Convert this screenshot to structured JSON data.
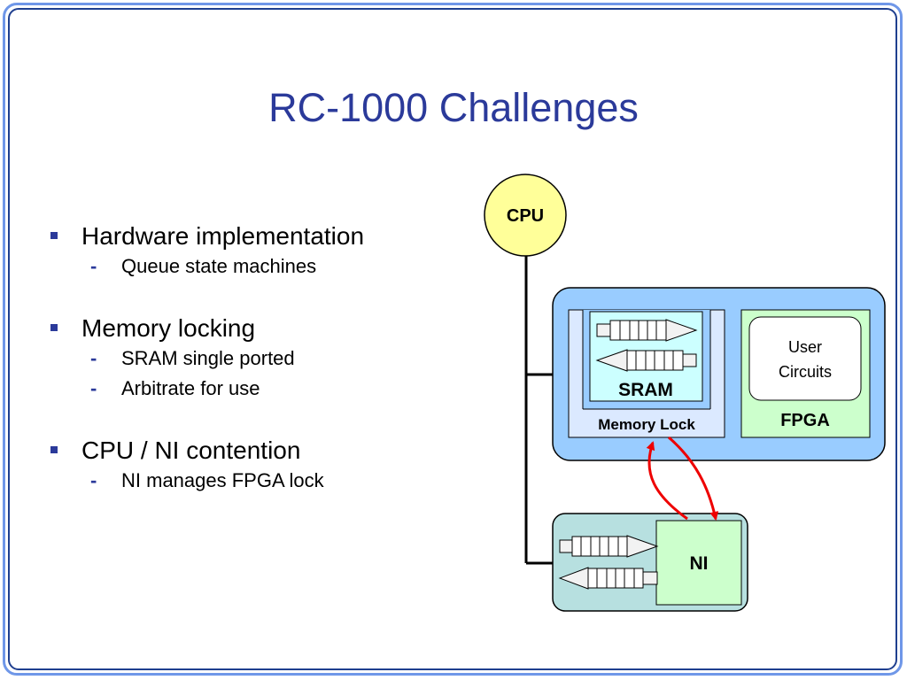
{
  "slide": {
    "title": "RC-1000 Challenges"
  },
  "bullets": [
    {
      "text": "Hardware implementation",
      "subs": [
        "Queue state machines"
      ]
    },
    {
      "text": "Memory locking",
      "subs": [
        "SRAM single ported",
        "Arbitrate for use"
      ]
    },
    {
      "text": "CPU / NI contention",
      "subs": [
        "NI manages FPGA lock"
      ]
    }
  ],
  "diagram": {
    "cpu": "CPU",
    "sram": "SRAM",
    "memory_lock": "Memory Lock",
    "user_circuits_line1": "User",
    "user_circuits_line2": "Circuits",
    "fpga": "FPGA",
    "ni": "NI"
  },
  "colors": {
    "title": "#2b3a9a",
    "cpu_fill": "#ffff99",
    "board_fill": "#99ccff",
    "inner_fill": "#dbe9ff",
    "sram_fill": "#ccffff",
    "fpga_fill": "#ccffcc",
    "ni_panel_fill": "#b7e0e0",
    "ni_fill": "#ccffcc",
    "arrow": "#ee0000"
  }
}
